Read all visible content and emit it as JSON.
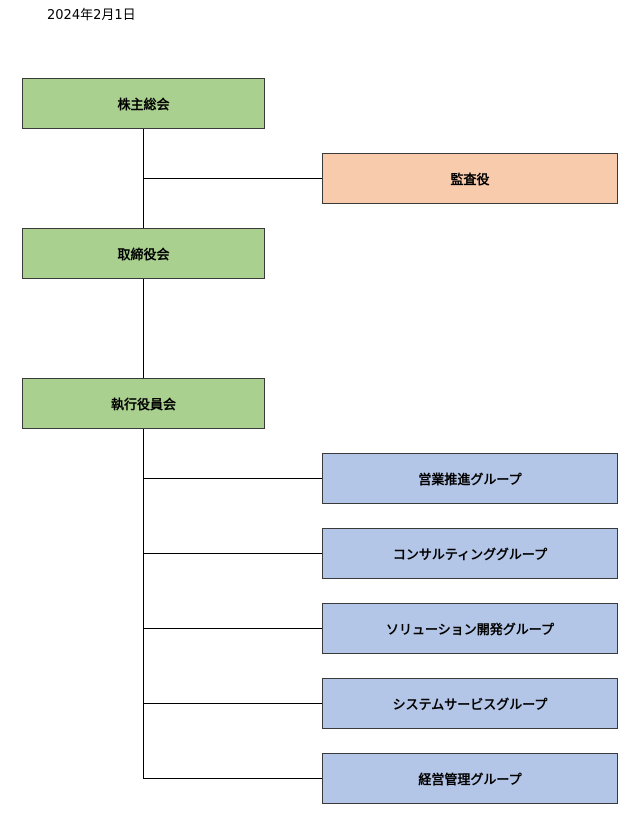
{
  "date": "2024年2月1日",
  "colors": {
    "board": "#a9d08e",
    "auditor": "#f8cbad",
    "group": "#b4c6e7",
    "line": "#000000"
  },
  "nodes": {
    "shareholders_meeting": "株主総会",
    "auditor": "監査役",
    "board_of_directors": "取締役会",
    "executive_committee": "執行役員会"
  },
  "groups": [
    "営業推進グループ",
    "コンサルティンググループ",
    "ソリューション開発グループ",
    "システムサービスグループ",
    "経営管理グループ"
  ]
}
